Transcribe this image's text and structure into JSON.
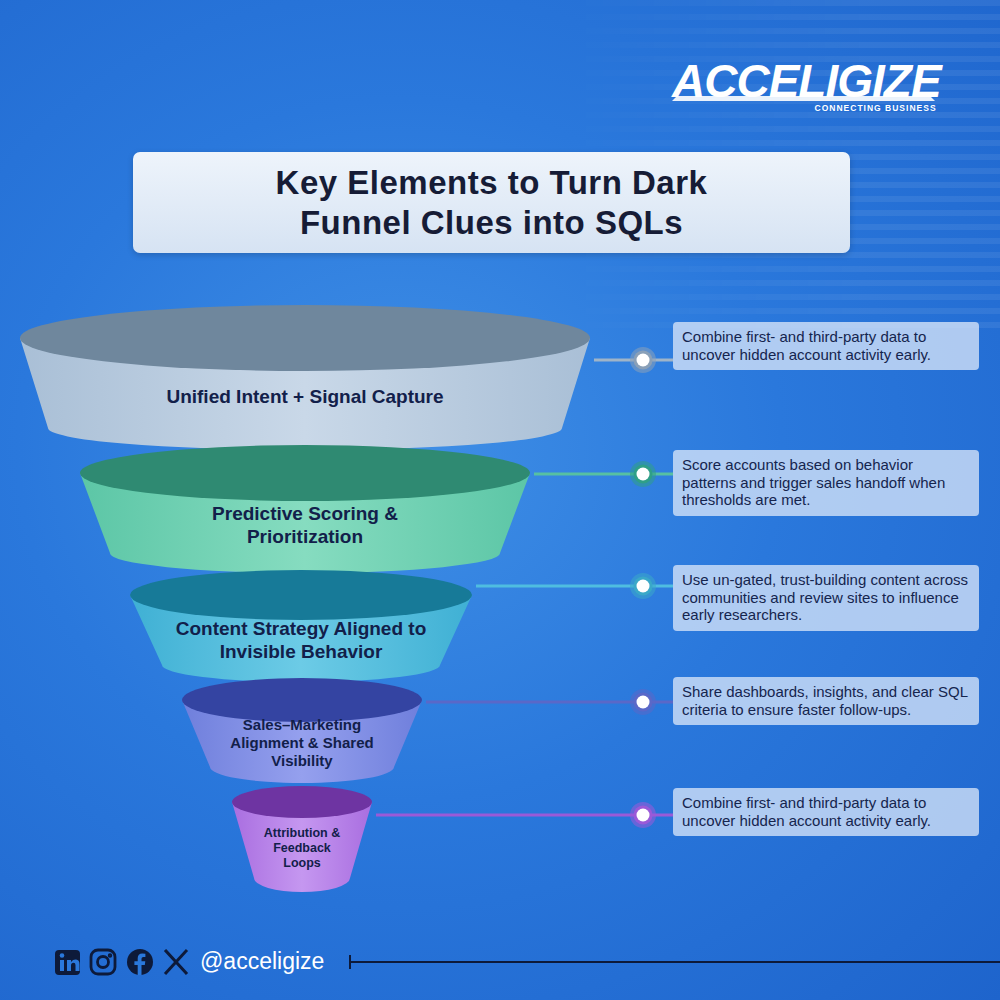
{
  "diagram": {
    "title": "Key Elements to Turn Dark Funnel Clues into SQLs",
    "nodes": [
      {
        "text": [
          "Unified Intent + Signal Capture"
        ]
      },
      {
        "text": [
          "Combine first- and third-party data to uncover hidden account activity early."
        ]
      },
      {
        "text": [
          "Predictive Scoring & Prioritization"
        ]
      },
      {
        "text": [
          "Score accounts based on behavior patterns and trigger sales handoff when thresholds are met."
        ]
      },
      {
        "text": [
          "Content Strategy Aligned to Invisible Behavior"
        ]
      },
      {
        "text": [
          "Use un-gated, trust-building content across communities and review sites to influence early researchers."
        ]
      },
      {
        "text": [
          "Sales–Marketing Alignment & Shared Visibility"
        ]
      },
      {
        "text": [
          "Share dashboards, insights, and clear SQL criteria to ensure faster follow-ups."
        ]
      },
      {
        "text": [
          "Attribution & Feedback Loops"
        ]
      },
      {
        "text": [
          "Combine first- and third-party data to uncover hidden account activity early."
        ]
      }
    ],
    "edges": [
      {
        "from": 0,
        "to": 1,
        "arrow": "none"
      },
      {
        "from": 2,
        "to": 3,
        "arrow": "none"
      },
      {
        "from": 4,
        "to": 5,
        "arrow": "none"
      },
      {
        "from": 6,
        "to": 7,
        "arrow": "none"
      },
      {
        "from": 8,
        "to": 9,
        "arrow": "none"
      }
    ],
    "labels": [
      "ACCELIGIZE",
      "CONNECTING BUSINESS",
      "@acceligize"
    ]
  }
}
